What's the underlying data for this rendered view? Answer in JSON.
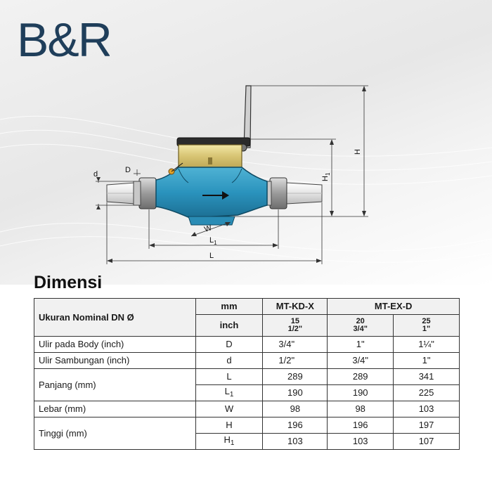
{
  "logo": {
    "text": "B&R"
  },
  "diagram": {
    "labels": {
      "D": "D",
      "d": "d",
      "H": "H",
      "H1": "H",
      "H1_sub": "1",
      "W": "W",
      "L1": "L",
      "L1_sub": "1",
      "L": "L"
    }
  },
  "section_title": "Dimensi",
  "table": {
    "header": {
      "nominal_label": "Ukuran Nominal DN Ø",
      "mm": "mm",
      "inch": "inch",
      "kd_model": "MT-KD-X",
      "ex_model": "MT-EX-D",
      "sizes": [
        {
          "mm": "15",
          "inch": "1/2\""
        },
        {
          "mm": "20",
          "inch": "3/4\""
        },
        {
          "mm": "25",
          "inch": "1\""
        }
      ]
    },
    "rows": {
      "ulir_body": {
        "label": "Ulir pada Body (inch)",
        "symbol": "D",
        "values": [
          "3/4\"",
          "1\"",
          "1¼\""
        ]
      },
      "ulir_sambungan": {
        "label": "Ulir Sambungan (inch)",
        "symbol": "d",
        "values": [
          "1/2\"",
          "3/4\"",
          "1\""
        ]
      },
      "panjang": {
        "label": "Panjang (mm)",
        "L": {
          "symbol": "L",
          "values": [
            "289",
            "289",
            "341"
          ]
        },
        "L1": {
          "symbol": "L",
          "sub": "1",
          "values": [
            "190",
            "190",
            "225"
          ]
        }
      },
      "lebar": {
        "label": "Lebar (mm)",
        "symbol": "W",
        "values": [
          "98",
          "98",
          "103"
        ]
      },
      "tinggi": {
        "label": "Tinggi (mm)",
        "H": {
          "symbol": "H",
          "values": [
            "196",
            "196",
            "197"
          ]
        },
        "H1": {
          "symbol": "H",
          "sub": "1",
          "values": [
            "103",
            "103",
            "107"
          ]
        }
      }
    }
  }
}
